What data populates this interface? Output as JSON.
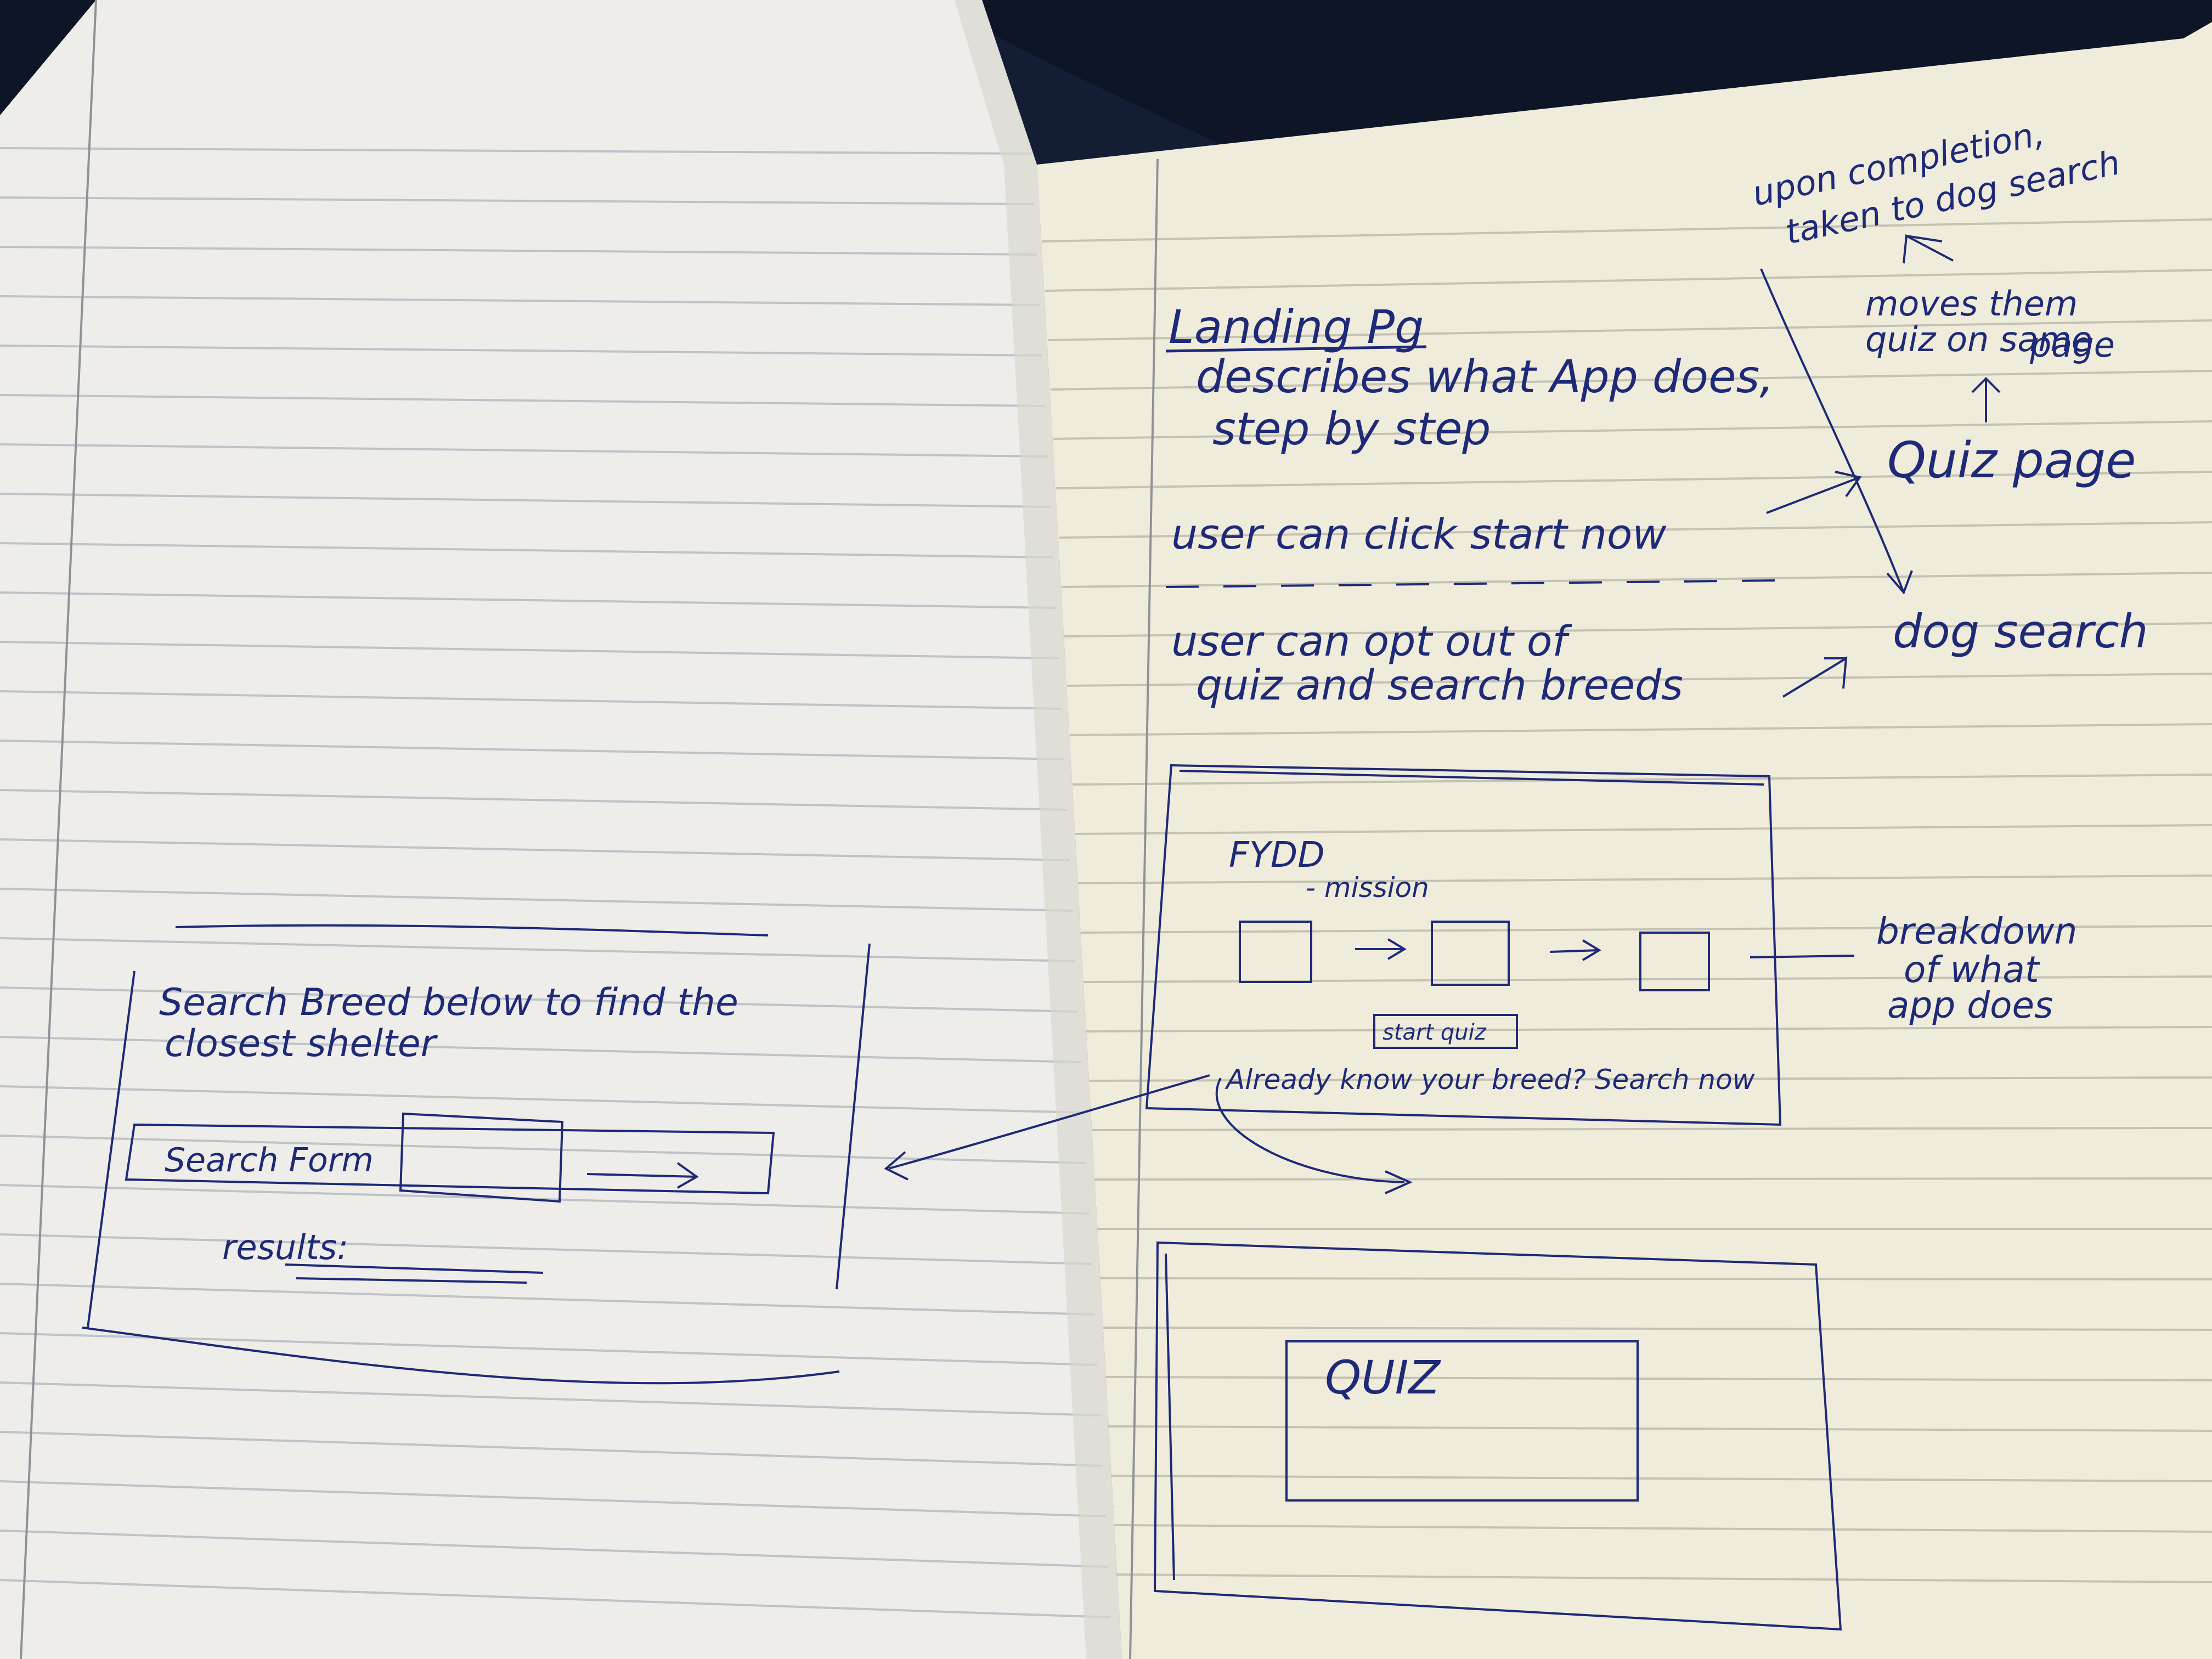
{
  "photo": {
    "subject": "Open lined notebook with hand-drawn wireframe sketches in blue ink",
    "colors": {
      "backdrop": "#0d1526",
      "left_page": "#eeedea",
      "right_page": "#f0ecdc",
      "rule_line": "#bfc3c8",
      "ink": "#1e2a78"
    }
  },
  "left_page": {
    "sketch": {
      "intro_line_1": "Search Breed below to find the",
      "intro_line_2": "closest shelter",
      "search_form_label": "Search Form",
      "results_label": "results:"
    }
  },
  "right_page": {
    "notes": {
      "heading": "Landing Pg",
      "line_1": "describes what App does,",
      "line_2": "step by step",
      "line_3": "user can click start now",
      "line_4": "user can opt out of",
      "line_5": "quiz and search breeds"
    },
    "flow": {
      "completion_1": "upon completion,",
      "completion_2": "taken to dog search",
      "moves_1": "moves them",
      "moves_2": "quiz on same",
      "moves_3": "page",
      "quiz_page": "Quiz page",
      "dog_search": "dog search"
    },
    "landing_sketch": {
      "logo": "FYDD",
      "mission": "- mission",
      "start_button": "start quiz",
      "search_link": "Already know your breed? Search now",
      "annotation_1": "breakdown",
      "annotation_2": "of what",
      "annotation_3": "app does"
    },
    "quiz_sketch": {
      "label": "QUIZ"
    }
  }
}
